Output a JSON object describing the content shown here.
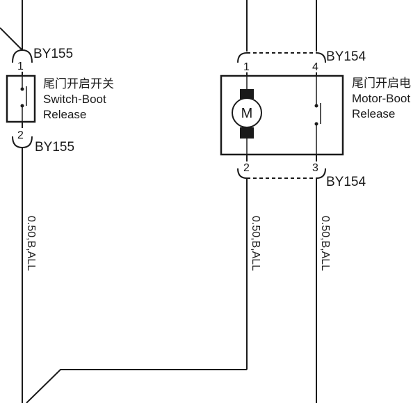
{
  "left_component": {
    "connector_top": "BY155",
    "connector_bottom": "BY155",
    "pin_top": "1",
    "pin_bottom": "2",
    "name_cn": "尾门开启开关",
    "name_en_line1": "Switch-Boot",
    "name_en_line2": "Release"
  },
  "right_component": {
    "connector_top": "BY154",
    "connector_bottom": "BY154",
    "pins_top": [
      "1",
      "4"
    ],
    "pins_bottom": [
      "2",
      "3"
    ],
    "motor_symbol": "M",
    "name_cn": "尾门开启电",
    "name_en_line1": "Motor-Boot",
    "name_en_line2": "Release"
  },
  "wires": [
    {
      "label": "0.50,B,ALL"
    },
    {
      "label": "0.50,B,ALL"
    },
    {
      "label": "0.50,B,ALL"
    }
  ]
}
